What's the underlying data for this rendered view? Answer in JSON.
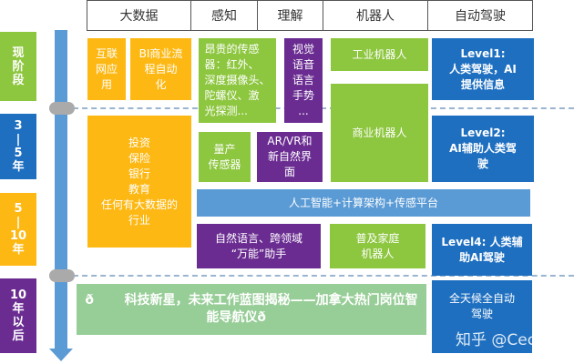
{
  "header": {
    "columns": [
      "大数据",
      "感知",
      "理解",
      "机器人",
      "自动驾驶"
    ]
  },
  "stages": [
    "现\n阶\n段",
    "3\n|\n5\n年",
    "5\n|\n10\n年",
    "10\n年\n以\n后"
  ],
  "boxes": {
    "internet": "互联\n网应\n用",
    "bi": "BI商业流\n程自动\n化",
    "sensor_expensive": "昂贵的传感\n器：红外、\n深度摄像头、\n陀螺仪、激\n光探测...",
    "vision": "视觉\n语音\n语言\n手势\n...",
    "industrial_robot": "工业机器人",
    "level1": "Level1:\n人类驾驶，AI\n提供信息",
    "industries": "投资\n保险\n银行\n教育\n任何有大数据的\n行业",
    "sensor_mass": "量产\n传感器",
    "arvr": "AR/VR和\n新自然界\n面",
    "commercial_robot": "商业机器人",
    "level2": "Level2:\nAI辅助人类驾\n驶",
    "platform": "人工智能+计算架构+传感平台",
    "nl_assistant": "自然语言、跨领域\n“万能”助手",
    "home_robot": "普及家庭\n机器人",
    "level4": "Level4: 人类辅\n助AI驾驶",
    "full_auto": "全天候全自动\n驾驶"
  },
  "banner": "ð科技新星，未来工作蓝图揭秘——加拿大热门岗位智能导航仪ð",
  "watermark": "知乎 @Cecily"
}
